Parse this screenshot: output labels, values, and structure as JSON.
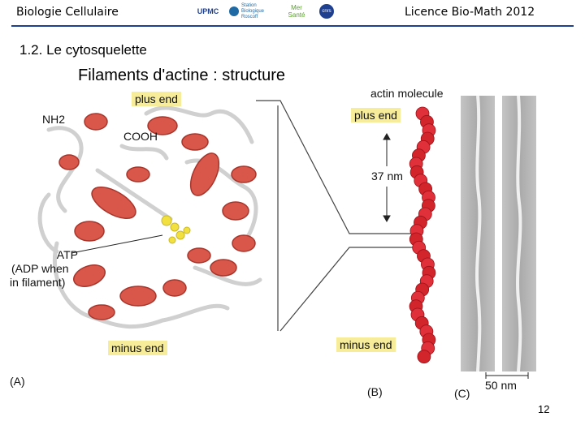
{
  "header": {
    "left": "Biologie Cellulaire",
    "right": "Licence Bio-Math 2012",
    "logos": [
      {
        "name": "upmc-logo",
        "text": "UPMC",
        "color": "#1f3f8f"
      },
      {
        "name": "station-biologique-logo",
        "text": "Station Biologique Roscoff",
        "color": "#1f6aa5"
      },
      {
        "name": "mer-sante-logo",
        "text": "Mer Santé",
        "color": "#5aa02c"
      },
      {
        "name": "cnrs-logo",
        "text": "cnrs",
        "color": "#1f3f8f"
      }
    ]
  },
  "slide": {
    "section_title": "1.2. Le cytosquelette",
    "subtitle": "Filaments d'actine : structure",
    "page_number": "12"
  },
  "figure": {
    "panel_a": {
      "plus_end": "plus end",
      "nh2": "NH2",
      "cooh": "COOH",
      "atp_label": [
        "ATP",
        "(ADP when",
        "in filament)"
      ],
      "minus_end": "minus end",
      "panel_label": "(A)"
    },
    "panel_b": {
      "actin_molecule": "actin molecule",
      "plus_end": "plus end",
      "distance": "37 nm",
      "minus_end": "minus end",
      "panel_label": "(B)"
    },
    "panel_c": {
      "scale": "50 nm",
      "panel_label": "(C)"
    }
  },
  "colors": {
    "helix": "#d9574a",
    "helix_dark": "#a8352b",
    "loop": "#d0d0d0",
    "atp": "#f2e040",
    "highlight": "#f6ec9a",
    "header_rule": "#1f3f8f"
  }
}
